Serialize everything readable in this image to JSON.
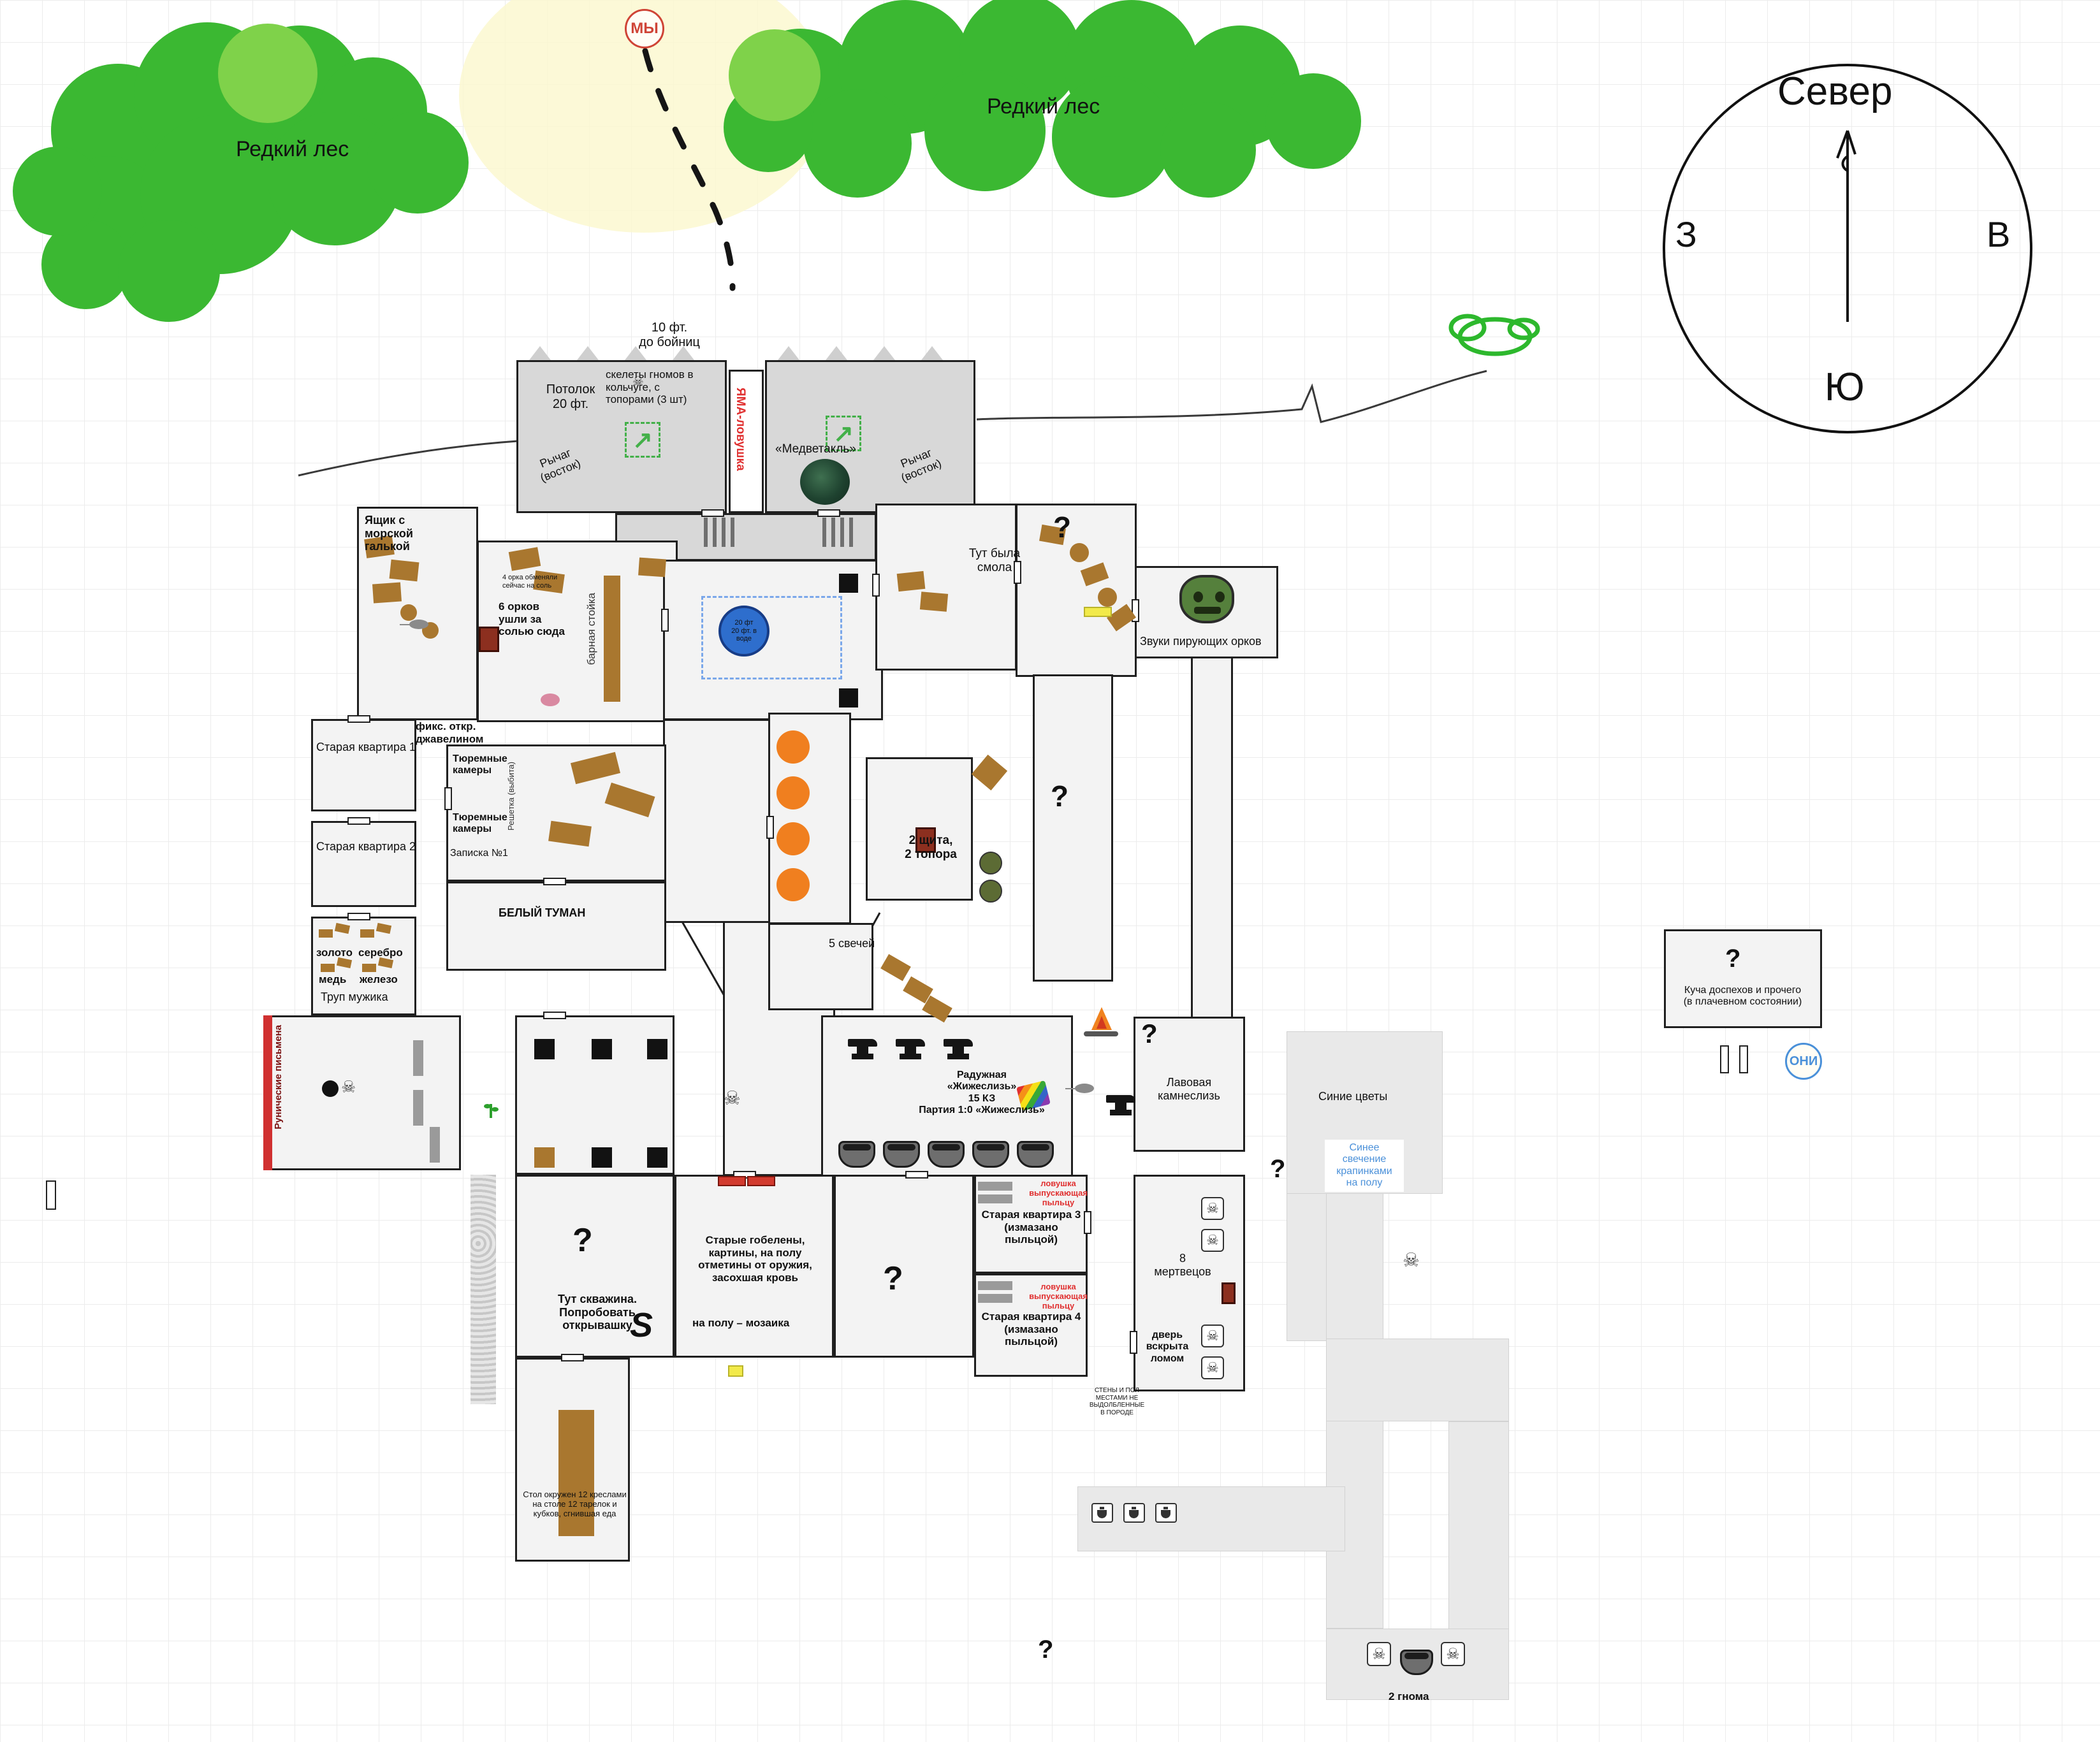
{
  "markers": {
    "we": "МЫ",
    "they": "ОНИ"
  },
  "compass": {
    "north": "Север",
    "west": "З",
    "east": "В",
    "south": "Ю"
  },
  "forest": {
    "left": "Редкий лес",
    "right": "Редкий лес"
  },
  "icons": {
    "stairs_arrow": "↗",
    "skull": "☠"
  },
  "colors": {
    "forest_green": "#3bb832",
    "trap_red": "#e03030",
    "glow_blue": "#4a90d9",
    "well_blue": "#2e6ecd",
    "barrel_orange": "#f07f1f",
    "wood_brown": "#a9772f"
  },
  "labels": {
    "q": "?",
    "dist_slits": "10 фт.\nдо бойниц",
    "ceiling": "Потолок\n20 фт.",
    "skeletons": "скелеты гномов в\nкольчуге, с\nтопорами (3 шт)",
    "lever_west_tower": "Рычаг\n(восток)",
    "lever_east_tower": "Рычаг\n(восток)",
    "pit_trap": "ЯМА-ловушка",
    "medvetakl": "«Медветакль»",
    "pebbles": "Ящик с\nморской\nгалькой",
    "orcs_salt": "6 орков\nушли за\nсолью сюда",
    "orcs_traded": "4 орка обменяли\nсейчас на соль",
    "bar_counter": "барная стойка",
    "resin": "Тут была\nсмола",
    "orc_sounds": "Звуки пирующих орков",
    "well": "20 фт\n20 фт. в\nводе",
    "fix_javelin": "фикс. откр.\nджавелином",
    "apt1": "Старая квартира 1",
    "apt2": "Старая квартира 2",
    "prison_cells_1": "Тюремные\nкамеры",
    "prison_cells_2": "Тюремные\nкамеры",
    "note1": "Записка №1",
    "grate": "Решетка (выбита)",
    "white_fog": "БЕЛЫЙ ТУМАН",
    "gold": "золото",
    "silver": "серебро",
    "copper": "медь",
    "iron": "железо",
    "corpse": "Труп мужика",
    "runes": "Рунические письмена",
    "shields": "2 щита,\n2 топора",
    "candles": "5 свечей",
    "slime": "Радужная\n«Жижеслизь»\n15 КЗ\nПартия 1:0 «Жижеслизь»",
    "lava_slime": "Лавовая\nкамнеслизь",
    "blue_flowers": "Синие цветы",
    "blue_glow": "Синее\nсвечение\nкрапинками\nна полу",
    "apt3": "Старая квартира 3\n(измазано\nпыльцой)",
    "apt4": "Старая квартира 4\n(измазано\nпыльцой)",
    "pollen_trap_1": "ловушка\nвыпускающая\nпыльцу",
    "pollen_trap_2": "ловушка\nвыпускающая\nпыльцу",
    "dead8": "8\nмертвецов",
    "door_crowbar": "дверь\nвскрыта\nломом",
    "walls_note": "СТЕНЫ И ПОЛ\nМЕСТАМИ НЕ\nВЫДОЛБЛЕННЫЕ\nВ ПОРОДЕ",
    "keyhole": "Тут скважина. Попробовать\nоткрывашку",
    "tapestries": "Старые гобелены,\nкартины, на полу\nотметины от оружия,\nзасохшая кровь",
    "mosaic": "на полу – мозаика",
    "table12": "Стол окружен 12 креслами\nна столе 12 тарелок и\nкубков, сгнившая еда",
    "armor_pile": "Куча доспехов и прочего\n(в плачевном состоянии)",
    "gnomes2": "2 гнома",
    "s_mark": "S"
  }
}
